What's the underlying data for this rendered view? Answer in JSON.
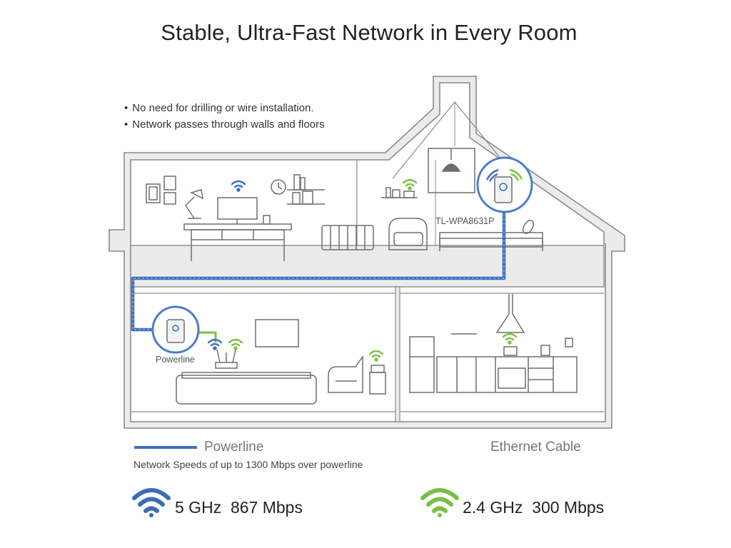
{
  "title": "Stable, Ultra-Fast Network in Every Room",
  "bullets": [
    "No need for drilling or wire installation.",
    "Network passes through walls and floors"
  ],
  "devices": {
    "extender": "TL-WPA8631P",
    "adapter": "Powerline"
  },
  "legend": {
    "powerline": "Powerline",
    "ethernet": "Ethernet Cable",
    "speed_note": "Network Speeds of up to 1300 Mbps over powerline"
  },
  "bands": [
    {
      "band": "5 GHz",
      "speed": "867 Mbps",
      "color": "#3b6bb5"
    },
    {
      "band": "2.4 GHz",
      "speed": "300 Mbps",
      "color": "#78c043"
    }
  ],
  "colors": {
    "powerline": "#3d6fc4",
    "ethernet": "#7dc242",
    "outline": "#8a8a8a",
    "wall_fill": "#e9e9e9"
  },
  "icons": [
    "wifi-5ghz-icon",
    "wifi-24ghz-icon",
    "powerline-adapter-icon",
    "extender-icon"
  ]
}
